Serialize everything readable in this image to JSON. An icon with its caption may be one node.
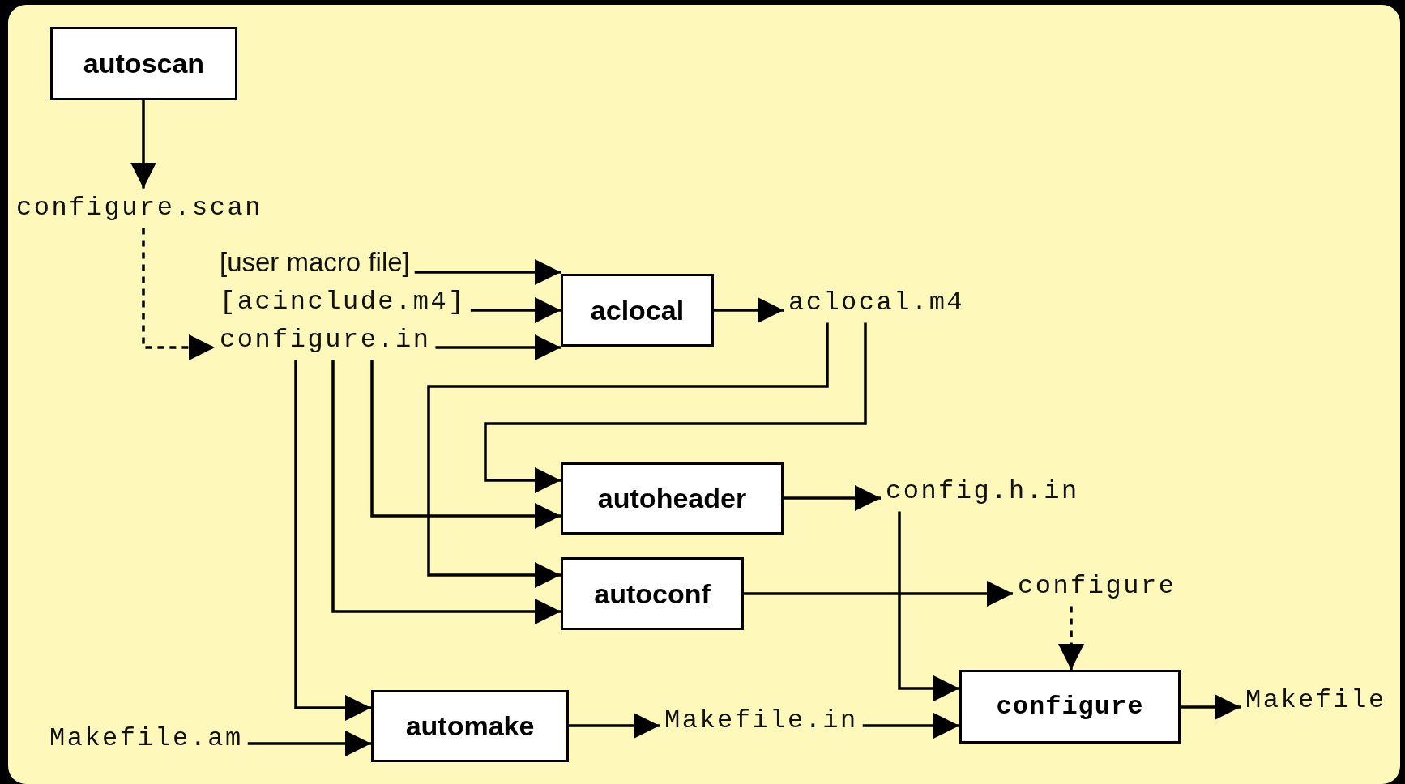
{
  "diagram": {
    "nodes": [
      {
        "text": [
          "autoscan"
        ]
      },
      {
        "text": [
          "configure.scan"
        ]
      },
      {
        "text": [
          "[user macro file]"
        ]
      },
      {
        "text": [
          "[acinclude.m4]"
        ]
      },
      {
        "text": [
          "configure.in"
        ]
      },
      {
        "text": [
          "aclocal"
        ]
      },
      {
        "text": [
          "aclocal.m4"
        ]
      },
      {
        "text": [
          "autoheader"
        ]
      },
      {
        "text": [
          "config.h.in"
        ]
      },
      {
        "text": [
          "autoconf"
        ]
      },
      {
        "text": [
          "configure"
        ]
      },
      {
        "text": [
          "configure"
        ]
      },
      {
        "text": [
          "Makefile"
        ]
      },
      {
        "text": [
          "automake"
        ]
      },
      {
        "text": [
          "Makefile.in"
        ]
      },
      {
        "text": [
          "Makefile.am"
        ]
      }
    ],
    "edges": [
      {
        "from": 0,
        "to": 1,
        "arrow": "to"
      },
      {
        "from": 1,
        "to": 4,
        "arrow": "to",
        "style": "dashed"
      },
      {
        "from": 2,
        "to": 5,
        "arrow": "to"
      },
      {
        "from": 3,
        "to": 5,
        "arrow": "to"
      },
      {
        "from": 4,
        "to": 5,
        "arrow": "to"
      },
      {
        "from": 5,
        "to": 6,
        "arrow": "to"
      },
      {
        "from": 4,
        "to": 7,
        "arrow": "to"
      },
      {
        "from": 4,
        "to": 9,
        "arrow": "to"
      },
      {
        "from": 4,
        "to": 13,
        "arrow": "to"
      },
      {
        "from": 6,
        "to": 7,
        "arrow": "to"
      },
      {
        "from": 6,
        "to": 9,
        "arrow": "to"
      },
      {
        "from": 7,
        "to": 8,
        "arrow": "to"
      },
      {
        "from": 9,
        "to": 10,
        "arrow": "to"
      },
      {
        "from": 8,
        "to": 11,
        "arrow": "to"
      },
      {
        "from": 10,
        "to": 11,
        "arrow": "to",
        "style": "dashed"
      },
      {
        "from": 13,
        "to": 14,
        "arrow": "to"
      },
      {
        "from": 15,
        "to": 13,
        "arrow": "to"
      },
      {
        "from": 14,
        "to": 11,
        "arrow": "to"
      },
      {
        "from": 11,
        "to": 12,
        "arrow": "to"
      }
    ]
  }
}
